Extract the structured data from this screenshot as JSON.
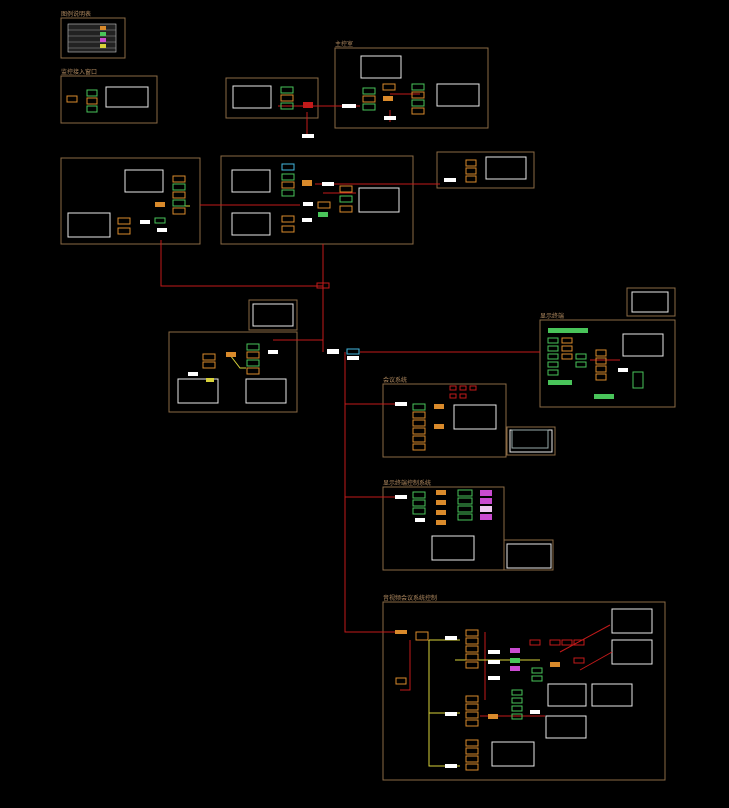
{
  "labels": {
    "legend": "图例说明表",
    "main_screen": "主控室",
    "top_left": "监控接入窗口",
    "right_screen": "显示终端",
    "mid_a": "会议系统",
    "mid_b": "显示终端控制系统",
    "bottom": "音视频会议系统控制"
  },
  "colors": {
    "background": "#000000",
    "group_border": "#8a6a45",
    "screen_border": "#e8e8e8",
    "wire": "#c21a1a",
    "signal_wire": "#d8d23a",
    "node_green": "#49c45a",
    "node_orange": "#d98a2b",
    "node_magenta": "#c94bd0",
    "node_cyan": "#44b7e0"
  }
}
